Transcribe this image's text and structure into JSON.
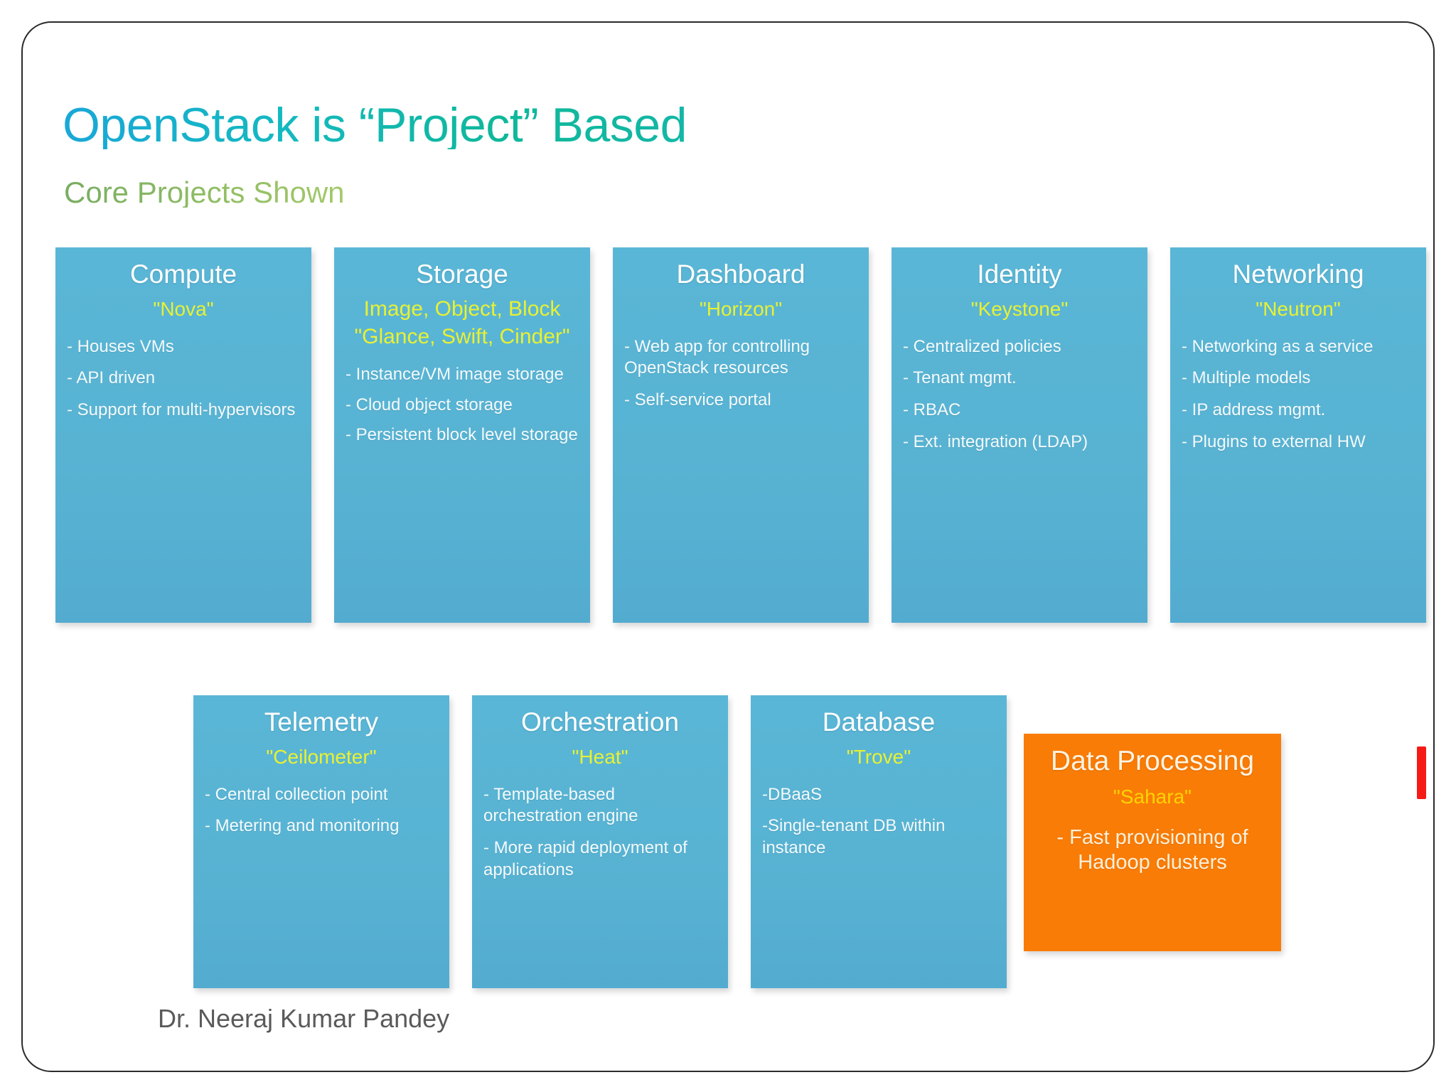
{
  "slide": {
    "title": "OpenStack is “Project” Based",
    "subtitle": "Core Projects Shown",
    "footer_credit": "Dr. Neeraj Kumar Pandey",
    "colors": {
      "title_accent": "#18b0c6",
      "subtitle_accent": "#8cb861",
      "card_teal": "#59b4d4",
      "card_orange": "#f97c06",
      "codename_yellow": "#e8f132",
      "codename_orange_card": "#ffd400",
      "red_marker": "#f51a16"
    }
  },
  "row1": [
    {
      "title": "Compute",
      "codename": "\"Nova\"",
      "bullets": [
        "- Houses VMs",
        "- API driven",
        "- Support for multi-hypervisors"
      ]
    },
    {
      "title": "Storage",
      "codename_lines": [
        "Image, Object, Block",
        "\"Glance, Swift, Cinder\""
      ],
      "bullets": [
        "- Instance/VM image storage",
        "- Cloud object storage",
        "- Persistent block level storage"
      ]
    },
    {
      "title": "Dashboard",
      "codename": "\"Horizon\"",
      "bullets": [
        "- Web app for controlling OpenStack resources",
        "- Self-service portal"
      ]
    },
    {
      "title": "Identity",
      "codename": "\"Keystone\"",
      "bullets": [
        "- Centralized policies",
        "- Tenant mgmt.",
        "- RBAC",
        "- Ext. integration (LDAP)"
      ]
    },
    {
      "title": "Networking",
      "codename": "\"Neutron\"",
      "bullets": [
        "- Networking as a service",
        "- Multiple models",
        "- IP address mgmt.",
        "- Plugins to external HW"
      ]
    }
  ],
  "row2": [
    {
      "title": "Telemetry",
      "codename": "\"Ceilometer\"",
      "bullets": [
        "- Central collection point",
        "- Metering and monitoring"
      ]
    },
    {
      "title": "Orchestration",
      "codename": "\"Heat\"",
      "bullets": [
        "- Template-based orchestration engine",
        "- More rapid deployment of applications"
      ]
    },
    {
      "title": "Database",
      "codename": "\"Trove\"",
      "bullets": [
        "-DBaaS",
        "-Single-tenant DB within instance"
      ]
    },
    {
      "title": "Data Processing",
      "codename": "\"Sahara\"",
      "bullets": [
        "- Fast provisioning of Hadoop clusters"
      ]
    }
  ]
}
